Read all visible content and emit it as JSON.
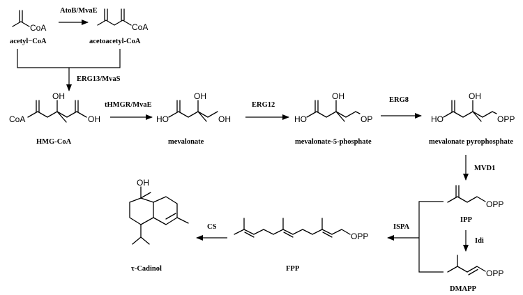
{
  "atoms": {
    "coa": "CoA",
    "oh": "OH",
    "ho": "HO",
    "op": "OP",
    "opp": "OPP"
  },
  "compounds": {
    "acetyl_coa": "acetyl−CoA",
    "acetoacetyl_coa": "acetoacetyl-CoA",
    "hmg_coa": "HMG-CoA",
    "mevalonate": "mevalonate",
    "mevalonate_5p": "mevalonate-5-phosphate",
    "mevalonate_pp": "mevalonate pyrophosphate",
    "ipp": "IPP",
    "dmapp": "DMAPP",
    "fpp": "FPP",
    "cadinol": "τ-Cadinol"
  },
  "enzymes": {
    "atob": "AtoB/MvaE",
    "erg13": "ERG13/MvaS",
    "thmgr": "tHMGR/MvaE",
    "erg12": "ERG12",
    "erg8": "ERG8",
    "mvd1": "MVD1",
    "idi": "Idi",
    "ispa": "ISPA",
    "cs": "CS"
  }
}
